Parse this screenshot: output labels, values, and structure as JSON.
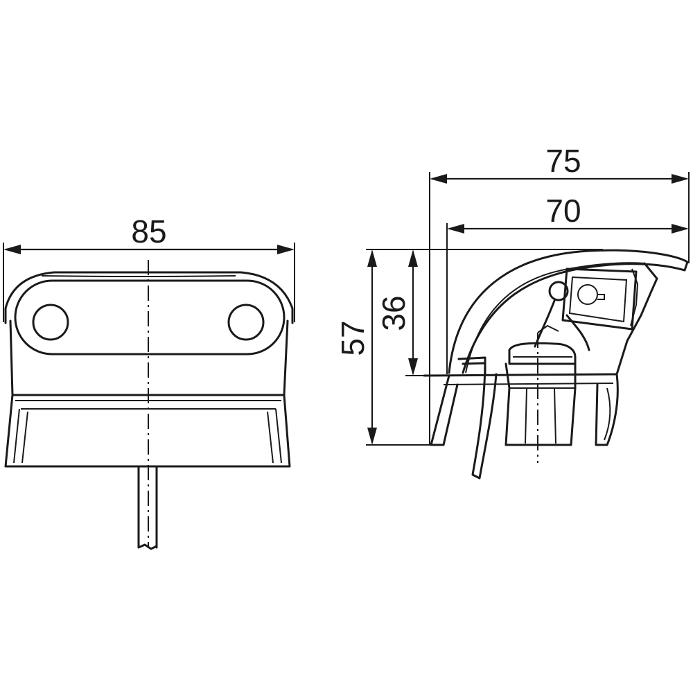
{
  "front_view": {
    "width_label": "85"
  },
  "side_view": {
    "depth_label": "75",
    "mount_depth_label": "70",
    "height_label": "57",
    "inner_height_label": "36"
  }
}
